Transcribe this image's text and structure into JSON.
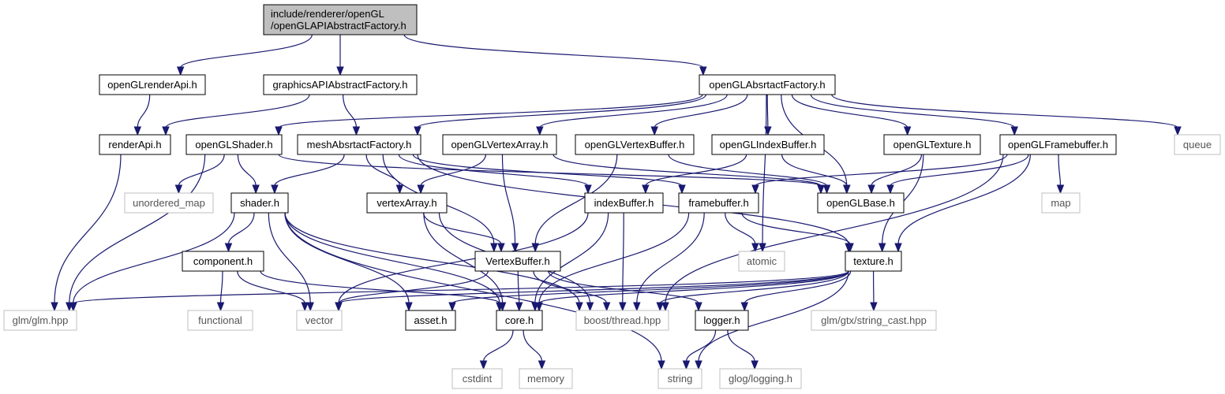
{
  "diagram": {
    "nodes": [
      {
        "id": "root",
        "lines": [
          "include/renderer/openGL",
          "/openGLAPIAbstractFactory.h"
        ],
        "kind": "root"
      },
      {
        "id": "openGLrenderApi",
        "lines": [
          "openGLrenderApi.h"
        ],
        "kind": "local"
      },
      {
        "id": "graphicsAPIAbstractFactory",
        "lines": [
          "graphicsAPIAbstractFactory.h"
        ],
        "kind": "local"
      },
      {
        "id": "openGLAbsrtactFactory",
        "lines": [
          "openGLAbsrtactFactory.h"
        ],
        "kind": "local"
      },
      {
        "id": "renderApi",
        "lines": [
          "renderApi.h"
        ],
        "kind": "local"
      },
      {
        "id": "openGLShader",
        "lines": [
          "openGLShader.h"
        ],
        "kind": "local"
      },
      {
        "id": "meshAbsrtactFactory",
        "lines": [
          "meshAbsrtactFactory.h"
        ],
        "kind": "local"
      },
      {
        "id": "openGLVertexArray",
        "lines": [
          "openGLVertexArray.h"
        ],
        "kind": "local"
      },
      {
        "id": "openGLVertexBuffer",
        "lines": [
          "openGLVertexBuffer.h"
        ],
        "kind": "local"
      },
      {
        "id": "openGLIndexBuffer",
        "lines": [
          "openGLIndexBuffer.h"
        ],
        "kind": "local"
      },
      {
        "id": "openGLTexture",
        "lines": [
          "openGLTexture.h"
        ],
        "kind": "local"
      },
      {
        "id": "openGLFramebuffer",
        "lines": [
          "openGLFramebuffer.h"
        ],
        "kind": "local"
      },
      {
        "id": "queue",
        "lines": [
          "queue"
        ],
        "kind": "ext"
      },
      {
        "id": "unordered_map",
        "lines": [
          "unordered_map"
        ],
        "kind": "ext"
      },
      {
        "id": "shader",
        "lines": [
          "shader.h"
        ],
        "kind": "local"
      },
      {
        "id": "vertexArray",
        "lines": [
          "vertexArray.h"
        ],
        "kind": "local"
      },
      {
        "id": "indexBuffer",
        "lines": [
          "indexBuffer.h"
        ],
        "kind": "local"
      },
      {
        "id": "framebuffer",
        "lines": [
          "framebuffer.h"
        ],
        "kind": "local"
      },
      {
        "id": "openGLBase",
        "lines": [
          "openGLBase.h"
        ],
        "kind": "local"
      },
      {
        "id": "map",
        "lines": [
          "map"
        ],
        "kind": "ext"
      },
      {
        "id": "component",
        "lines": [
          "component.h"
        ],
        "kind": "local"
      },
      {
        "id": "VertexBuffer",
        "lines": [
          "VertexBuffer.h"
        ],
        "kind": "local"
      },
      {
        "id": "atomic",
        "lines": [
          "atomic"
        ],
        "kind": "ext"
      },
      {
        "id": "texture",
        "lines": [
          "texture.h"
        ],
        "kind": "local"
      },
      {
        "id": "glm",
        "lines": [
          "glm/glm.hpp"
        ],
        "kind": "ext"
      },
      {
        "id": "functional",
        "lines": [
          "functional"
        ],
        "kind": "ext"
      },
      {
        "id": "vector",
        "lines": [
          "vector"
        ],
        "kind": "ext"
      },
      {
        "id": "asset",
        "lines": [
          "asset.h"
        ],
        "kind": "local"
      },
      {
        "id": "core",
        "lines": [
          "core.h"
        ],
        "kind": "local"
      },
      {
        "id": "boost_thread",
        "lines": [
          "boost/thread.hpp"
        ],
        "kind": "ext"
      },
      {
        "id": "logger",
        "lines": [
          "logger.h"
        ],
        "kind": "local"
      },
      {
        "id": "string_cast",
        "lines": [
          "glm/gtx/string_cast.hpp"
        ],
        "kind": "ext"
      },
      {
        "id": "cstdint",
        "lines": [
          "cstdint"
        ],
        "kind": "ext"
      },
      {
        "id": "memory",
        "lines": [
          "memory"
        ],
        "kind": "ext"
      },
      {
        "id": "string",
        "lines": [
          "string"
        ],
        "kind": "ext"
      },
      {
        "id": "glog",
        "lines": [
          "glog/logging.h"
        ],
        "kind": "ext"
      }
    ],
    "edges": [
      [
        "root",
        "openGLrenderApi"
      ],
      [
        "root",
        "graphicsAPIAbstractFactory"
      ],
      [
        "root",
        "openGLAbsrtactFactory"
      ],
      [
        "openGLrenderApi",
        "renderApi"
      ],
      [
        "graphicsAPIAbstractFactory",
        "renderApi"
      ],
      [
        "graphicsAPIAbstractFactory",
        "meshAbsrtactFactory"
      ],
      [
        "openGLAbsrtactFactory",
        "openGLShader"
      ],
      [
        "openGLAbsrtactFactory",
        "meshAbsrtactFactory"
      ],
      [
        "openGLAbsrtactFactory",
        "openGLVertexArray"
      ],
      [
        "openGLAbsrtactFactory",
        "openGLVertexBuffer"
      ],
      [
        "openGLAbsrtactFactory",
        "openGLIndexBuffer"
      ],
      [
        "openGLAbsrtactFactory",
        "openGLTexture"
      ],
      [
        "openGLAbsrtactFactory",
        "openGLFramebuffer"
      ],
      [
        "openGLAbsrtactFactory",
        "queue"
      ],
      [
        "openGLAbsrtactFactory",
        "openGLBase"
      ],
      [
        "openGLAbsrtactFactory",
        "atomic"
      ],
      [
        "renderApi",
        "glm"
      ],
      [
        "openGLShader",
        "unordered_map"
      ],
      [
        "openGLShader",
        "shader"
      ],
      [
        "openGLShader",
        "openGLBase"
      ],
      [
        "openGLShader",
        "glm"
      ],
      [
        "meshAbsrtactFactory",
        "shader"
      ],
      [
        "meshAbsrtactFactory",
        "vertexArray"
      ],
      [
        "meshAbsrtactFactory",
        "indexBuffer"
      ],
      [
        "meshAbsrtactFactory",
        "framebuffer"
      ],
      [
        "meshAbsrtactFactory",
        "texture"
      ],
      [
        "meshAbsrtactFactory",
        "VertexBuffer"
      ],
      [
        "openGLVertexArray",
        "vertexArray"
      ],
      [
        "openGLVertexArray",
        "VertexBuffer"
      ],
      [
        "openGLVertexArray",
        "openGLBase"
      ],
      [
        "openGLVertexBuffer",
        "VertexBuffer"
      ],
      [
        "openGLVertexBuffer",
        "openGLBase"
      ],
      [
        "openGLIndexBuffer",
        "indexBuffer"
      ],
      [
        "openGLIndexBuffer",
        "openGLBase"
      ],
      [
        "openGLTexture",
        "texture"
      ],
      [
        "openGLTexture",
        "openGLBase"
      ],
      [
        "openGLFramebuffer",
        "framebuffer"
      ],
      [
        "openGLFramebuffer",
        "openGLBase"
      ],
      [
        "openGLFramebuffer",
        "map"
      ],
      [
        "openGLFramebuffer",
        "texture"
      ],
      [
        "openGLFramebuffer",
        "boost_thread"
      ],
      [
        "shader",
        "component"
      ],
      [
        "shader",
        "glm"
      ],
      [
        "shader",
        "vector"
      ],
      [
        "shader",
        "asset"
      ],
      [
        "shader",
        "core"
      ],
      [
        "shader",
        "boost_thread"
      ],
      [
        "shader",
        "string"
      ],
      [
        "vertexArray",
        "VertexBuffer"
      ],
      [
        "vertexArray",
        "core"
      ],
      [
        "vertexArray",
        "boost_thread"
      ],
      [
        "indexBuffer",
        "core"
      ],
      [
        "indexBuffer",
        "boost_thread"
      ],
      [
        "indexBuffer",
        "vector"
      ],
      [
        "framebuffer",
        "texture"
      ],
      [
        "framebuffer",
        "core"
      ],
      [
        "framebuffer",
        "atomic"
      ],
      [
        "framebuffer",
        "boost_thread"
      ],
      [
        "component",
        "functional"
      ],
      [
        "component",
        "vector"
      ],
      [
        "component",
        "core"
      ],
      [
        "VertexBuffer",
        "core"
      ],
      [
        "VertexBuffer",
        "boost_thread"
      ],
      [
        "VertexBuffer",
        "vector"
      ],
      [
        "VertexBuffer",
        "logger"
      ],
      [
        "texture",
        "glm"
      ],
      [
        "texture",
        "asset"
      ],
      [
        "texture",
        "core"
      ],
      [
        "texture",
        "boost_thread"
      ],
      [
        "texture",
        "logger"
      ],
      [
        "texture",
        "string_cast"
      ],
      [
        "texture",
        "string"
      ],
      [
        "texture",
        "vector"
      ],
      [
        "core",
        "cstdint"
      ],
      [
        "core",
        "memory"
      ],
      [
        "logger",
        "string"
      ],
      [
        "logger",
        "glog"
      ]
    ]
  }
}
